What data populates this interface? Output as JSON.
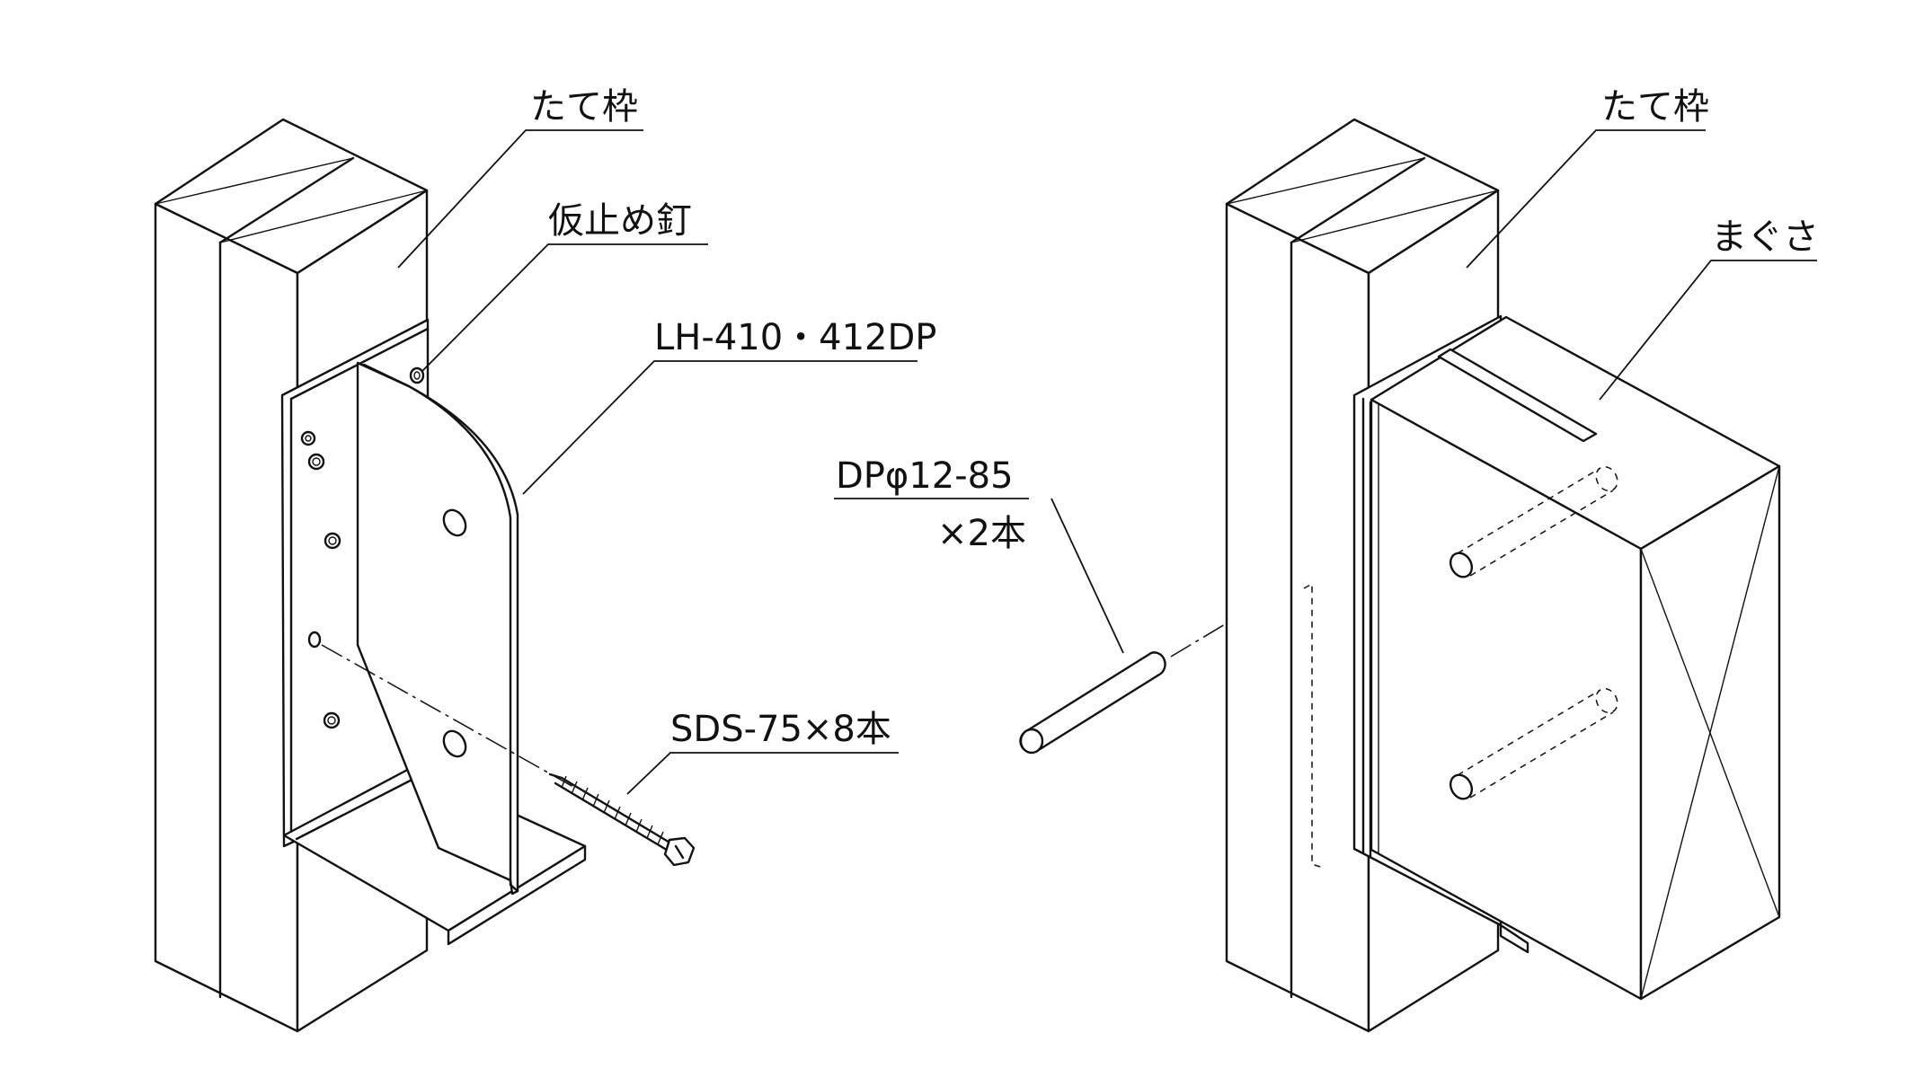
{
  "diagram": {
    "left_assembly": {
      "labels": {
        "frame": "たて枠",
        "nail": "仮止め釘",
        "hardware": "LH-410・412DP",
        "screws": "SDS-75×8本"
      }
    },
    "pin": {
      "spec": "DPφ12-85",
      "qty": "×2本"
    },
    "right_assembly": {
      "labels": {
        "frame": "たて枠",
        "beam": "まぐさ"
      }
    }
  }
}
